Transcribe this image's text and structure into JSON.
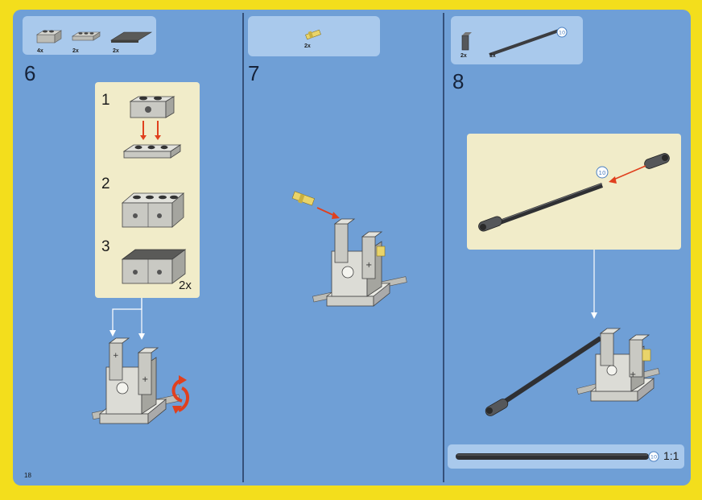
{
  "page_number": "18",
  "scale_label": "1:1",
  "steps": [
    {
      "number": "6",
      "parts": [
        {
          "name": "technic-brick-1x2-with-hole",
          "qty": "4x"
        },
        {
          "name": "plate-1x3",
          "qty": "2x"
        },
        {
          "name": "tile-2x4-dark",
          "qty": "2x"
        }
      ],
      "substeps": [
        "1",
        "2",
        "3"
      ],
      "multiplier": "2x"
    },
    {
      "number": "7",
      "parts": [
        {
          "name": "technic-pin-yellow",
          "qty": "2x"
        }
      ]
    },
    {
      "number": "8",
      "parts": [
        {
          "name": "technic-beam-connector-dark",
          "qty": "2x"
        },
        {
          "name": "technic-axle-10",
          "qty": "1x",
          "length_tag": "10"
        }
      ],
      "callout_length_tag": "10"
    }
  ],
  "scale_tag": "10",
  "colors": {
    "border": "#f3de1c",
    "page_blue": "#6f9fd6",
    "parts_panel": "#a9c9ec",
    "callout": "#f1ecc9",
    "arrow": "#e0401e"
  }
}
